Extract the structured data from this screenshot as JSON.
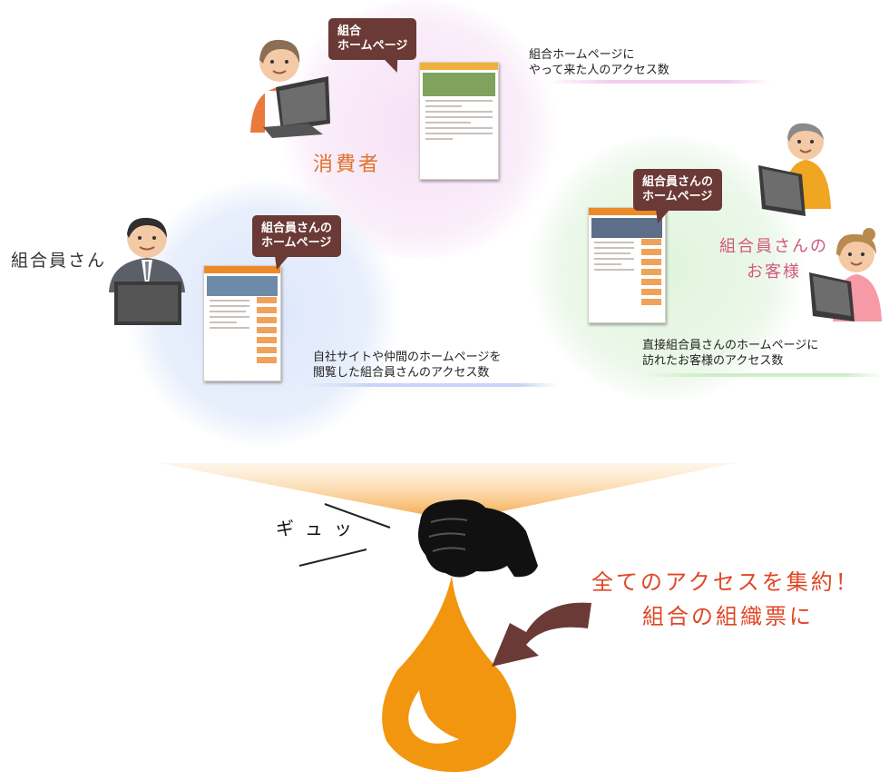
{
  "consumer": {
    "bubble_line1": "組合",
    "bubble_line2": "ホームページ",
    "label": "消費者",
    "caption_line1": "組合ホームページに",
    "caption_line2": "やって来た人のアクセス数"
  },
  "member": {
    "bubble_line1": "組合員さんの",
    "bubble_line2": "ホームページ",
    "label": "組合員さん",
    "caption_line1": "自社サイトや仲間のホームページを",
    "caption_line2": "閲覧した組合員さんのアクセス数"
  },
  "customer": {
    "bubble_line1": "組合員さんの",
    "bubble_line2": "ホームページ",
    "label_line1": "組合員さんの",
    "label_line2": "お客様",
    "caption_line1": "直接組合員さんのホームページに",
    "caption_line2": "訪れたお客様のアクセス数"
  },
  "squeeze_sound": "ギュッ",
  "conclusion_line1": "全てのアクセスを集約！",
  "conclusion_line2": "組合の組織票に",
  "colors": {
    "bubble": "#6b3a36",
    "pink_blob": "#f7e6f6",
    "blue_blob": "#e3ebfb",
    "green_blob": "#e6f6e3",
    "drop": "#f29610",
    "arrow": "#6b3a36",
    "conclusion_text": "#e04726"
  }
}
